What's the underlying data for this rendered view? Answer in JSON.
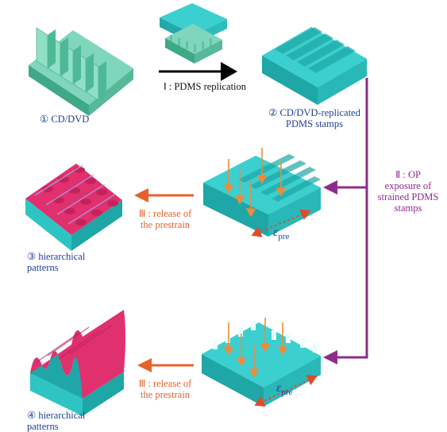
{
  "step1": {
    "label": "Ⅰ : PDMS replication"
  },
  "stage1": {
    "label": "① CD/DVD"
  },
  "stage2": {
    "line1": "② CD/DVD-replicated",
    "line2": "PDMS  stamps"
  },
  "step2": {
    "line1": "Ⅱ : OP",
    "line2": "exposure of",
    "line3": "strained PDMS",
    "line4": "stamps"
  },
  "step3a": {
    "line1": "Ⅲ : release of",
    "line2": "the prestrain"
  },
  "step3b": {
    "line1": "Ⅲ : release of",
    "line2": "the prestrain"
  },
  "stage3": {
    "line1": "③ hierarchical",
    "line2": "patterns"
  },
  "stage4": {
    "line1": "④ hierarchical",
    "line2": "patterns"
  },
  "strain": {
    "symbol": "ε",
    "subscript": "pre"
  },
  "colors": {
    "teal": "#2ec4c4",
    "mint": "#5fc4a5",
    "magenta": "#e0306e",
    "orange": "#e8602a",
    "purple": "#8e2c8c",
    "blue": "#1f3f9a"
  }
}
